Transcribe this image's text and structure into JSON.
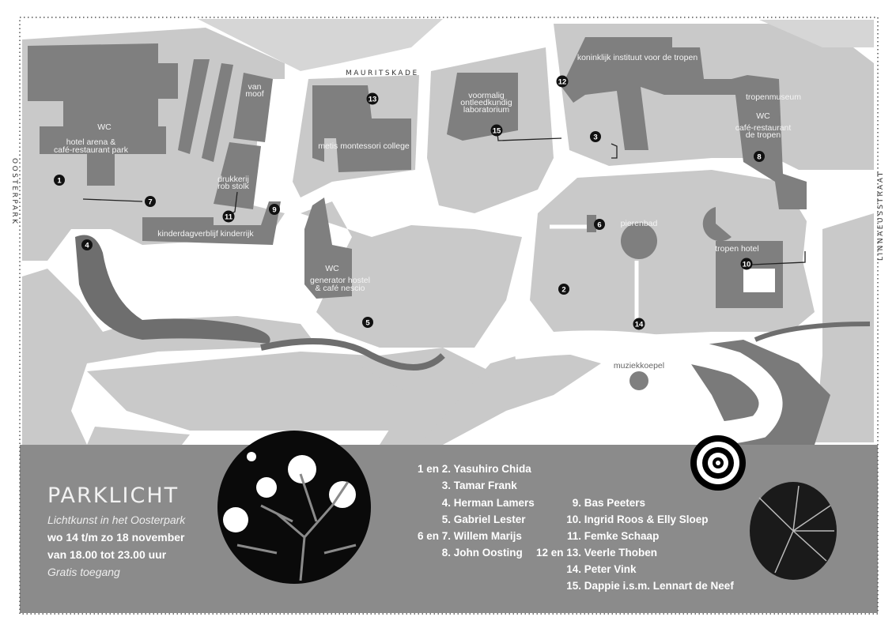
{
  "streets": {
    "north": "MAURITSKADE",
    "west": "OOSTERPARK",
    "east": "LINNAEUSSTRAAT"
  },
  "buildings": {
    "hotel_arena": [
      "hotel arena &",
      "café-restaurant park"
    ],
    "van_moof": [
      "van",
      "moof"
    ],
    "drukkerij": [
      "drukkerij",
      "rob stolk"
    ],
    "kinderdagverblijf": "kinderdagverblijf kinderrijk",
    "metis": "metis montessori college",
    "generator": [
      "generator hostel",
      "& café nescio"
    ],
    "laboratorium": [
      "voormalig",
      "ontleedkundig",
      "laboratorium"
    ],
    "kit": "koninklijk instituut voor de tropen",
    "tropenmuseum": "tropenmuseum",
    "cafe_tropen": [
      "café-restaurant",
      "de tropen"
    ],
    "tropen_hotel": "tropen hotel",
    "pierenbad": "pierenbad",
    "muziekkoepel": "muziekkoepel"
  },
  "amenity_label": "WC",
  "markers": [
    "1",
    "2",
    "3",
    "4",
    "5",
    "6",
    "7",
    "8",
    "9",
    "10",
    "11",
    "12",
    "13",
    "14",
    "15"
  ],
  "event": {
    "title": "PARKLICHT",
    "subtitle": "Lichtkunst in het Oosterpark",
    "dates": "wo 14 t/m zo 18 november",
    "hours": "van 18.00 tot 23.00 uur",
    "admission": "Gratis toegang"
  },
  "artists_left": [
    {
      "num": "1 en 2.",
      "name": "Yasuhiro Chida"
    },
    {
      "num": "3.",
      "name": "Tamar Frank"
    },
    {
      "num": "4.",
      "name": "Herman Lamers"
    },
    {
      "num": "5.",
      "name": "Gabriel Lester"
    },
    {
      "num": "6 en 7.",
      "name": "Willem Marijs"
    },
    {
      "num": "8.",
      "name": "John Oosting"
    }
  ],
  "artists_right": [
    {
      "num": "9.",
      "name": "Bas Peeters"
    },
    {
      "num": "10.",
      "name": "Ingrid Roos & Elly Sloep"
    },
    {
      "num": "11.",
      "name": "Femke Schaap"
    },
    {
      "num": "12 en 13.",
      "name": "Veerle Thoben"
    },
    {
      "num": "14.",
      "name": "Peter Vink"
    },
    {
      "num": "15.",
      "name": "Dappie i.s.m. Lennart de Neef"
    }
  ],
  "colors": {
    "grass": "#c9c9c9",
    "building": "#7f7f7f",
    "path": "#ffffff",
    "band": "#8b8b8b",
    "water": "#6e6e6e"
  }
}
